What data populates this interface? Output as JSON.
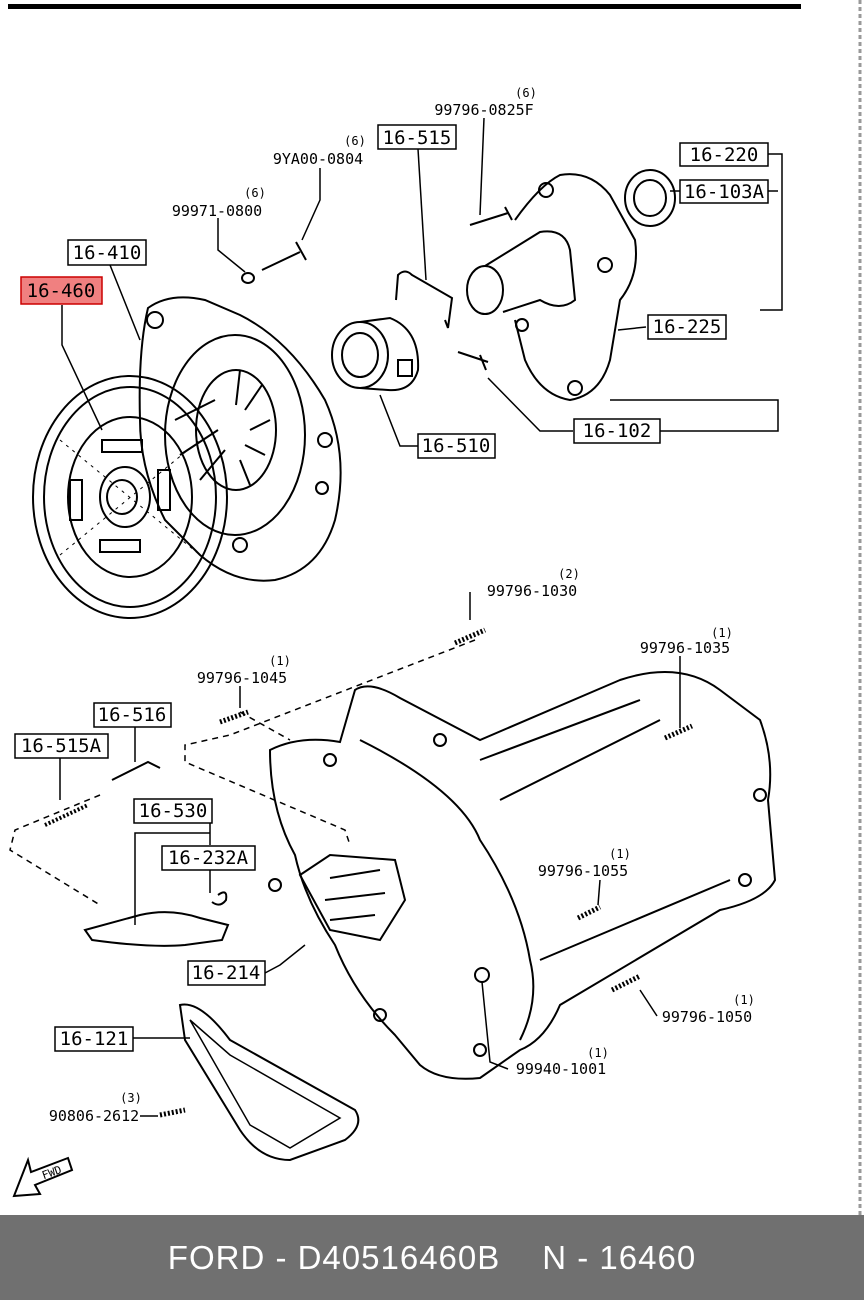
{
  "diagram": {
    "highlight_color": "#f08080",
    "part_boxes": [
      {
        "id": "16-410",
        "label": "16-410",
        "highlighted": false
      },
      {
        "id": "16-460",
        "label": "16-460",
        "highlighted": true
      },
      {
        "id": "16-515",
        "label": "16-515",
        "highlighted": false
      },
      {
        "id": "16-220",
        "label": "16-220",
        "highlighted": false
      },
      {
        "id": "16-103A",
        "label": "16-103A",
        "highlighted": false
      },
      {
        "id": "16-225",
        "label": "16-225",
        "highlighted": false
      },
      {
        "id": "16-510",
        "label": "16-510",
        "highlighted": false
      },
      {
        "id": "16-102",
        "label": "16-102",
        "highlighted": false
      },
      {
        "id": "16-516",
        "label": "16-516",
        "highlighted": false
      },
      {
        "id": "16-515A",
        "label": "16-515A",
        "highlighted": false
      },
      {
        "id": "16-530",
        "label": "16-530",
        "highlighted": false
      },
      {
        "id": "16-232A",
        "label": "16-232A",
        "highlighted": false
      },
      {
        "id": "16-214",
        "label": "16-214",
        "highlighted": false
      },
      {
        "id": "16-121",
        "label": "16-121",
        "highlighted": false
      }
    ],
    "fasteners": [
      {
        "code": "99796-0825F",
        "qty": "(6)"
      },
      {
        "code": "9YA00-0804",
        "qty": "(6)"
      },
      {
        "code": "99971-0800",
        "qty": "(6)"
      },
      {
        "code": "99796-1030",
        "qty": "(2)"
      },
      {
        "code": "99796-1035",
        "qty": "(1)"
      },
      {
        "code": "99796-1045",
        "qty": "(1)"
      },
      {
        "code": "99796-1055",
        "qty": "(1)"
      },
      {
        "code": "99796-1050",
        "qty": "(1)"
      },
      {
        "code": "99940-1001",
        "qty": "(1)"
      },
      {
        "code": "90806-2612",
        "qty": "(3)"
      }
    ],
    "fwd_label": "FWD"
  },
  "footer": {
    "brand": "FORD - D40516460B",
    "ref": "N - 16460"
  }
}
